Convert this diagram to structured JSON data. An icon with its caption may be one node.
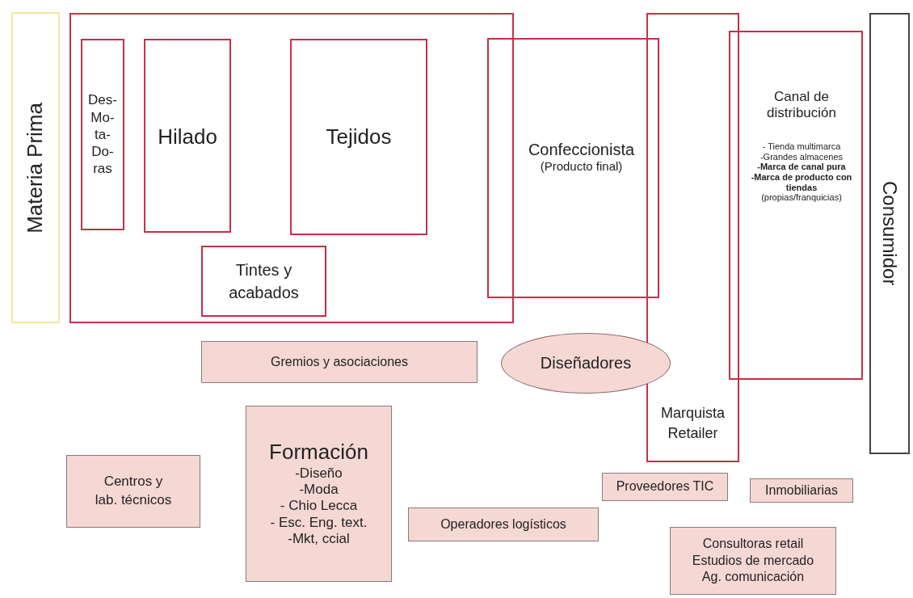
{
  "diagram": {
    "nodes": [
      {
        "text": [
          "Materia Prima"
        ]
      },
      {
        "text": [],
        "shape": "box"
      },
      {
        "text": [
          "Des- Mo- ta- Do- ras"
        ],
        "in": 1
      },
      {
        "text": [
          "Hilado"
        ],
        "in": 1
      },
      {
        "text": [
          "Tejidos"
        ],
        "in": 1
      },
      {
        "text": [
          "Tintes y acabados"
        ],
        "in": 1
      },
      {
        "text": [
          "Confeccionista",
          "(Producto final)"
        ]
      },
      {
        "text": [
          "Marquista Retailer"
        ]
      },
      {
        "text": [
          "Canal de distribución",
          "- Tienda multimarca",
          "-Grandes almacenes",
          "-Marca de canal pura",
          "-Marca de producto con tiendas",
          "(propias/franquicias)"
        ]
      },
      {
        "text": [
          "Consumidor"
        ]
      },
      {
        "text": [
          "Gremios y asociaciones"
        ]
      },
      {
        "text": [
          "Diseñadores"
        ]
      },
      {
        "text": [
          "Formación",
          "-Diseño",
          "-Moda",
          "- Chio Lecca",
          "- Esc. Eng. text.",
          "-Mkt, ccial"
        ]
      },
      {
        "text": [
          "Centros y lab. técnicos"
        ]
      },
      {
        "text": [
          "Operadores logísticos"
        ]
      },
      {
        "text": [
          "Proveedores TIC"
        ]
      },
      {
        "text": [
          "Inmobiliarias"
        ]
      },
      {
        "text": [
          "Consultoras retail",
          "Estudios de mercado",
          "Ag. comunicación"
        ]
      }
    ]
  }
}
